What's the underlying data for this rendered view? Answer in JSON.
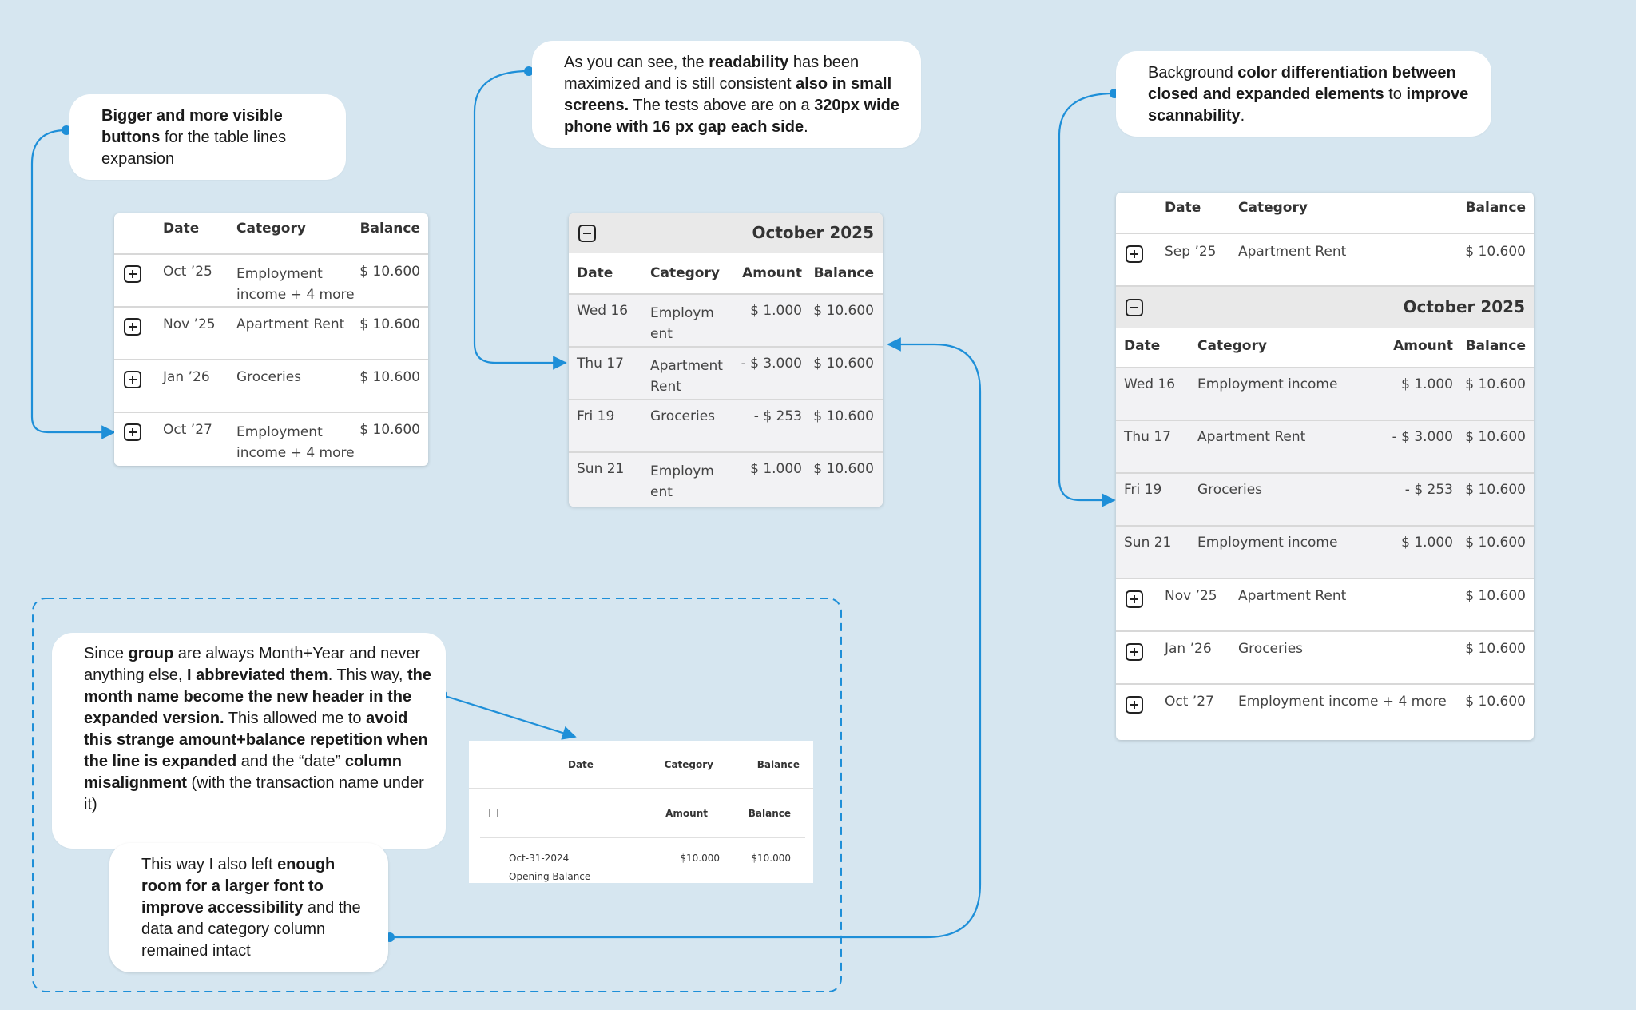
{
  "colors": {
    "background": "#d6e6f0",
    "connector": "#1e8fd8",
    "card": "#ffffff",
    "expanded_row": "#f2f2f4",
    "group_header": "#e9e9e9"
  },
  "notes": {
    "expansion": [
      "Bigger and more visible buttons",
      " for the table lines expansion"
    ],
    "readability": [
      "As you can see, the ",
      "readability",
      " has been maximized and is still consistent ",
      "also in small screens.",
      " The tests above are on a ",
      "320px wide phone with 16 px gap each side",
      "."
    ],
    "background": [
      "Background ",
      "color differentiation between closed and expanded elements",
      " to ",
      "improve scannability",
      "."
    ],
    "group": [
      "Since ",
      "group",
      " are always Month+Year and never anything else, ",
      "I abbreviated them",
      ". This way, ",
      "the month name become the new header in the expanded version.",
      " This allowed me to ",
      "avoid this strange amount+balance repetition when the line is expanded",
      " and the “date” ",
      "column misalignment",
      " (with the transaction name under it)"
    ],
    "font": [
      "This way I also left ",
      "enough room for a larger font to improve accessibility",
      " and the data and category column remained intact"
    ]
  },
  "table1": {
    "headers": {
      "date": "Date",
      "category": "Category",
      "balance": "Balance"
    },
    "rows": [
      {
        "date": "Oct ’25",
        "category": "Employment income + 4 more",
        "balance": "$ 10.600"
      },
      {
        "date": "Nov ’25",
        "category": "Apartment Rent",
        "balance": "$ 10.600"
      },
      {
        "date": "Jan ’26",
        "category": "Groceries",
        "balance": "$ 10.600"
      },
      {
        "date": "Oct ’27",
        "category": "Employment income + 4 more",
        "balance": "$ 10.600"
      }
    ]
  },
  "table2": {
    "group_title": "October 2025",
    "headers": {
      "date": "Date",
      "category": "Category",
      "amount": "Amount",
      "balance": "Balance"
    },
    "rows": [
      {
        "date": "Wed 16",
        "category": "Employm ent income",
        "amount": "$ 1.000",
        "balance": "$ 10.600"
      },
      {
        "date": "Thu 17",
        "category": "Apartment Rent",
        "amount": "- $ 3.000",
        "balance": "$ 10.600"
      },
      {
        "date": "Fri 19",
        "category": "Groceries",
        "amount": "- $ 253",
        "balance": "$ 10.600"
      },
      {
        "date": "Sun 21",
        "category": "Employm ent income",
        "amount": "$ 1.000",
        "balance": "$ 10.600"
      }
    ]
  },
  "table3": {
    "headers": {
      "date": "Date",
      "category": "Category",
      "balance": "Balance"
    },
    "top_row": {
      "date": "Sep ’25",
      "category": "Apartment Rent",
      "balance": "$ 10.600"
    },
    "group_title": "October 2025",
    "group_headers": {
      "date": "Date",
      "category": "Category",
      "amount": "Amount",
      "balance": "Balance"
    },
    "group_rows": [
      {
        "date": "Wed 16",
        "category": "Employment income",
        "amount": "$ 1.000",
        "balance": "$ 10.600"
      },
      {
        "date": "Thu 17",
        "category": "Apartment Rent",
        "amount": "- $ 3.000",
        "balance": "$ 10.600"
      },
      {
        "date": "Fri 19",
        "category": "Groceries",
        "amount": "- $ 253",
        "balance": "$ 10.600"
      },
      {
        "date": "Sun 21",
        "category": "Employment income",
        "amount": "$ 1.000",
        "balance": "$ 10.600"
      }
    ],
    "bottom_rows": [
      {
        "date": "Nov ’25",
        "category": "Apartment Rent",
        "balance": "$ 10.600"
      },
      {
        "date": "Jan ’26",
        "category": "Groceries",
        "balance": "$ 10.600"
      },
      {
        "date": "Oct ’27",
        "category": "Employment income + 4 more",
        "balance": "$ 10.600"
      }
    ]
  },
  "mini_table": {
    "headers": {
      "date": "Date",
      "category": "Category",
      "balance": "Balance"
    },
    "sub_headers": {
      "amount": "Amount",
      "balance": "Balance"
    },
    "row": {
      "date": "Oct-31-2024",
      "name": "Opening Balance",
      "amount": "$10.000",
      "balance": "$10.000"
    }
  }
}
